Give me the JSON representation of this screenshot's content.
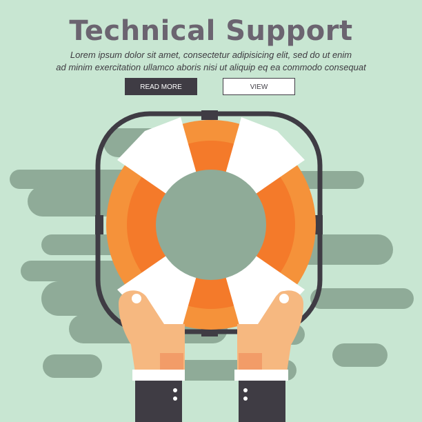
{
  "header": {
    "title": "Technical Support",
    "subtitle_line1": "Lorem ipsum dolor sit amet, consectetur adipisicing elit, sed do ut enim",
    "subtitle_line2": "ad minim exercitation ullamco aboris nisi ut aliquip eq ea commodo consequat"
  },
  "buttons": {
    "read_more": "READ MORE",
    "view": "VIEW"
  },
  "colors": {
    "background": "#c8e6d2",
    "cloud": "#8fab98",
    "orange": "#f5923a",
    "orange_dark": "#f47a2a",
    "ring_frame": "#3f3c44",
    "skin": "#f6b880",
    "sleeve": "#3f3c44"
  },
  "icons": [
    "lifebuoy-icon",
    "hand-icon"
  ]
}
